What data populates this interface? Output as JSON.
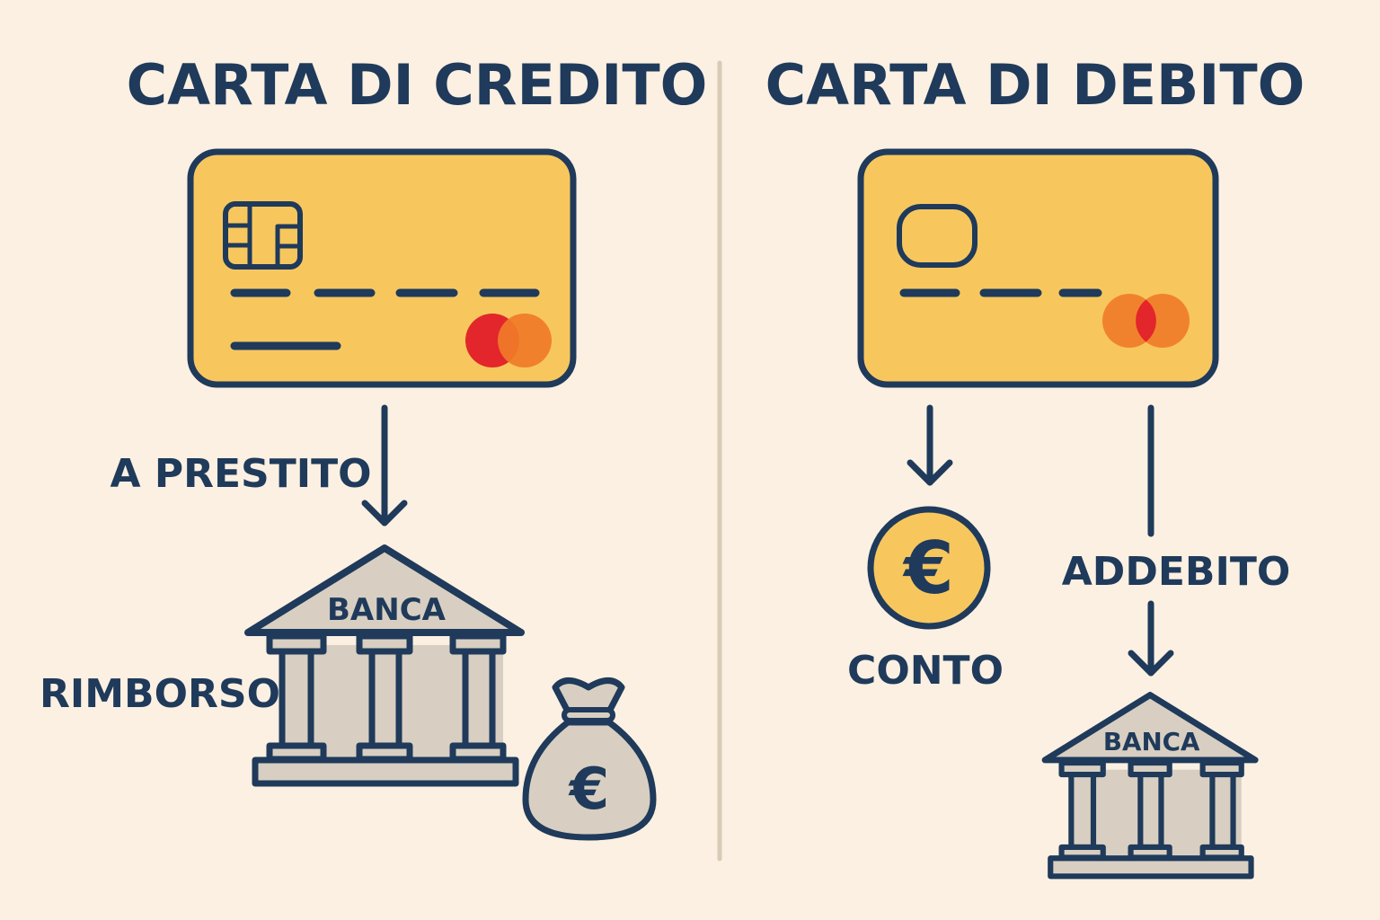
{
  "credit": {
    "title": "CARTA DI CREDITO",
    "arrow_label": "A PRESTITO",
    "bank_label": "BANCA",
    "repay_label": "RIMBORSO",
    "currency_symbol": "€"
  },
  "debit": {
    "title": "CARTA DI DEBITO",
    "account_label": "CONTO",
    "charge_label": "ADDEBITO",
    "bank_label": "BANCA",
    "currency_symbol": "€"
  },
  "colors": {
    "background": "#FBF0E2",
    "navy": "#1F3A5A",
    "card_yellow": "#F7C75E",
    "bank_beige": "#D8CFC2",
    "logo_red": "#E3262B",
    "logo_orange": "#F07A28"
  }
}
